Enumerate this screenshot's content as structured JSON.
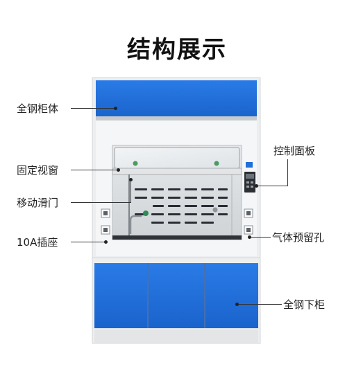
{
  "title": "结构展示",
  "labels": {
    "steel_top_cabinet": "全钢柜体",
    "view_window": "固定视窗",
    "sliding_door": "移动滑门",
    "socket_10a": "10A插座",
    "control_panel": "控制面板",
    "gas_reserve_hole": "气体预留孔",
    "steel_lower_cabinet": "全钢下柜"
  },
  "colors": {
    "cabinet_blue": "#1e6fd9",
    "cabinet_blue_dark": "#1557b8",
    "cabinet_white": "#f4f5f7",
    "chamber_back": "#d7dadd",
    "slot_dark": "#2a2d33",
    "valve_green": "#2e8b57"
  }
}
